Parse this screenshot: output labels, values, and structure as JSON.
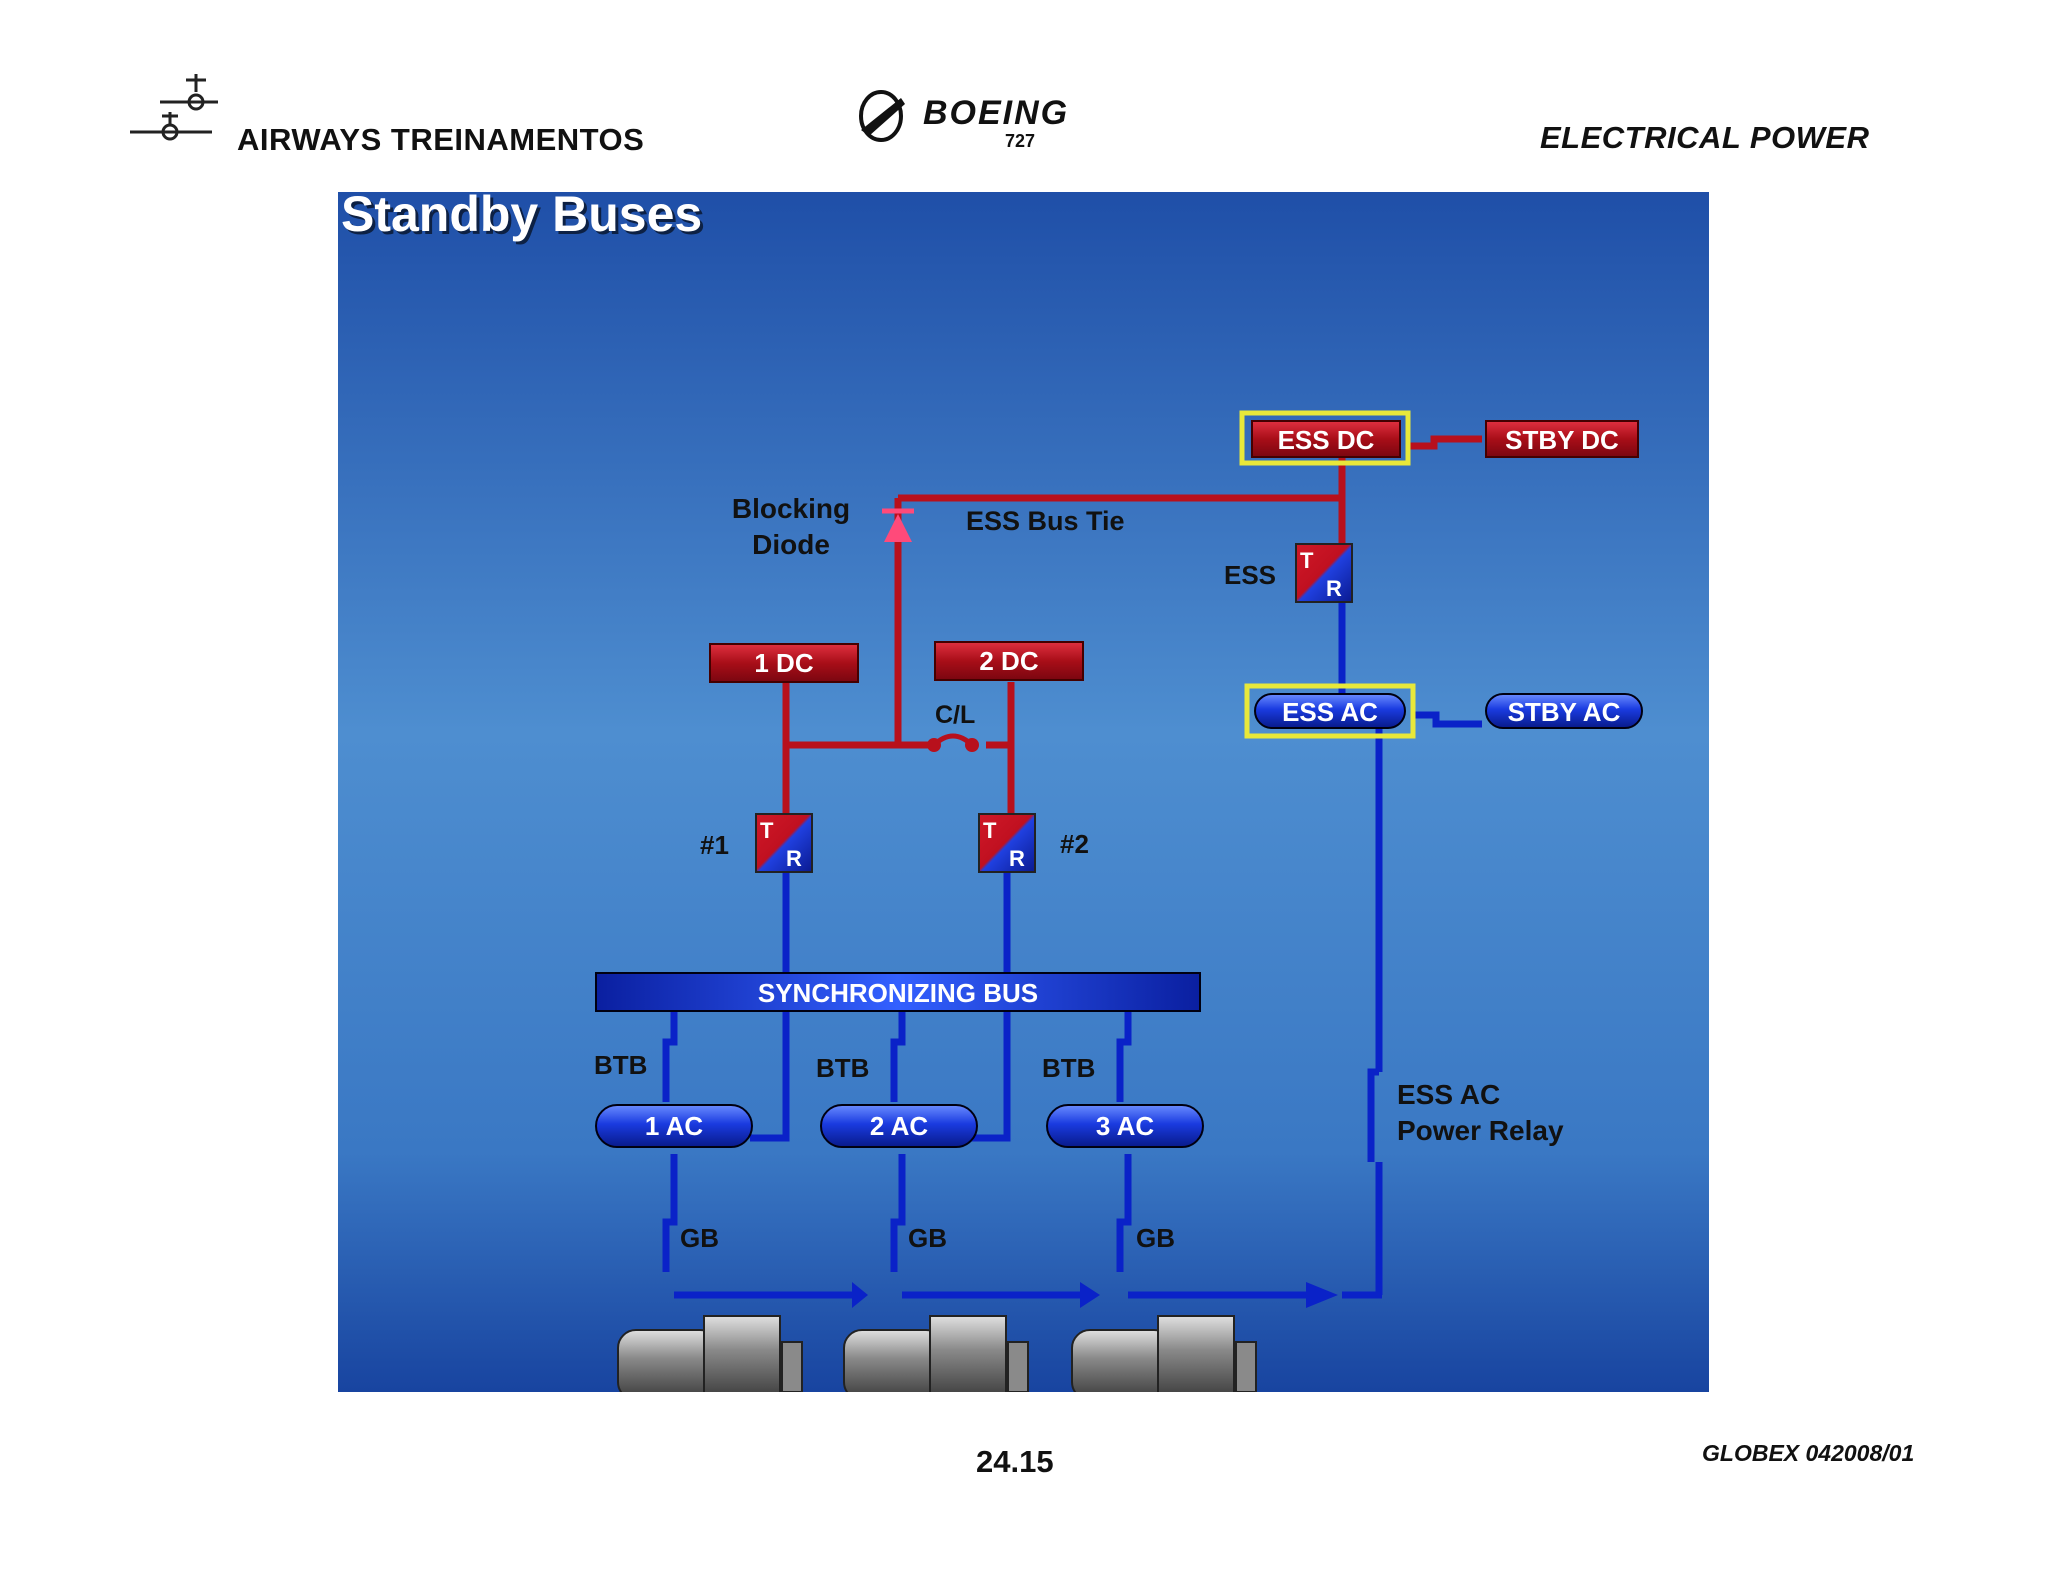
{
  "header": {
    "company": "AIRWAYS  TREINAMENTOS",
    "brand": "BOEING",
    "model": "727",
    "section": "ELECTRICAL POWER"
  },
  "slide": {
    "title": "Standby Buses",
    "buses": {
      "ess_dc": "ESS DC",
      "stby_dc": "STBY DC",
      "ess_ac": "ESS AC",
      "stby_ac": "STBY AC",
      "dc1": "1 DC",
      "dc2": "2 DC",
      "sync_bus": "SYNCHRONIZING BUS",
      "ac1": "1 AC",
      "ac2": "2 AC",
      "ac3": "3 AC"
    },
    "labels": {
      "blocking_diode_1": "Blocking",
      "blocking_diode_2": "Diode",
      "ess_bus_tie": "ESS Bus Tie",
      "ess": "ESS",
      "cl": "C/L",
      "tr1": "#1",
      "tr2": "#2",
      "btb": "BTB",
      "gb": "GB",
      "relay_1": "ESS AC",
      "relay_2": "Power Relay",
      "t": "T",
      "r": "R"
    },
    "colors": {
      "dc_red": "#b8101c",
      "ac_blue": "#0a22c8",
      "highlight": "#e8e83a"
    }
  },
  "footer": {
    "page": "24.15",
    "code": "GLOBEX 042008/01"
  }
}
